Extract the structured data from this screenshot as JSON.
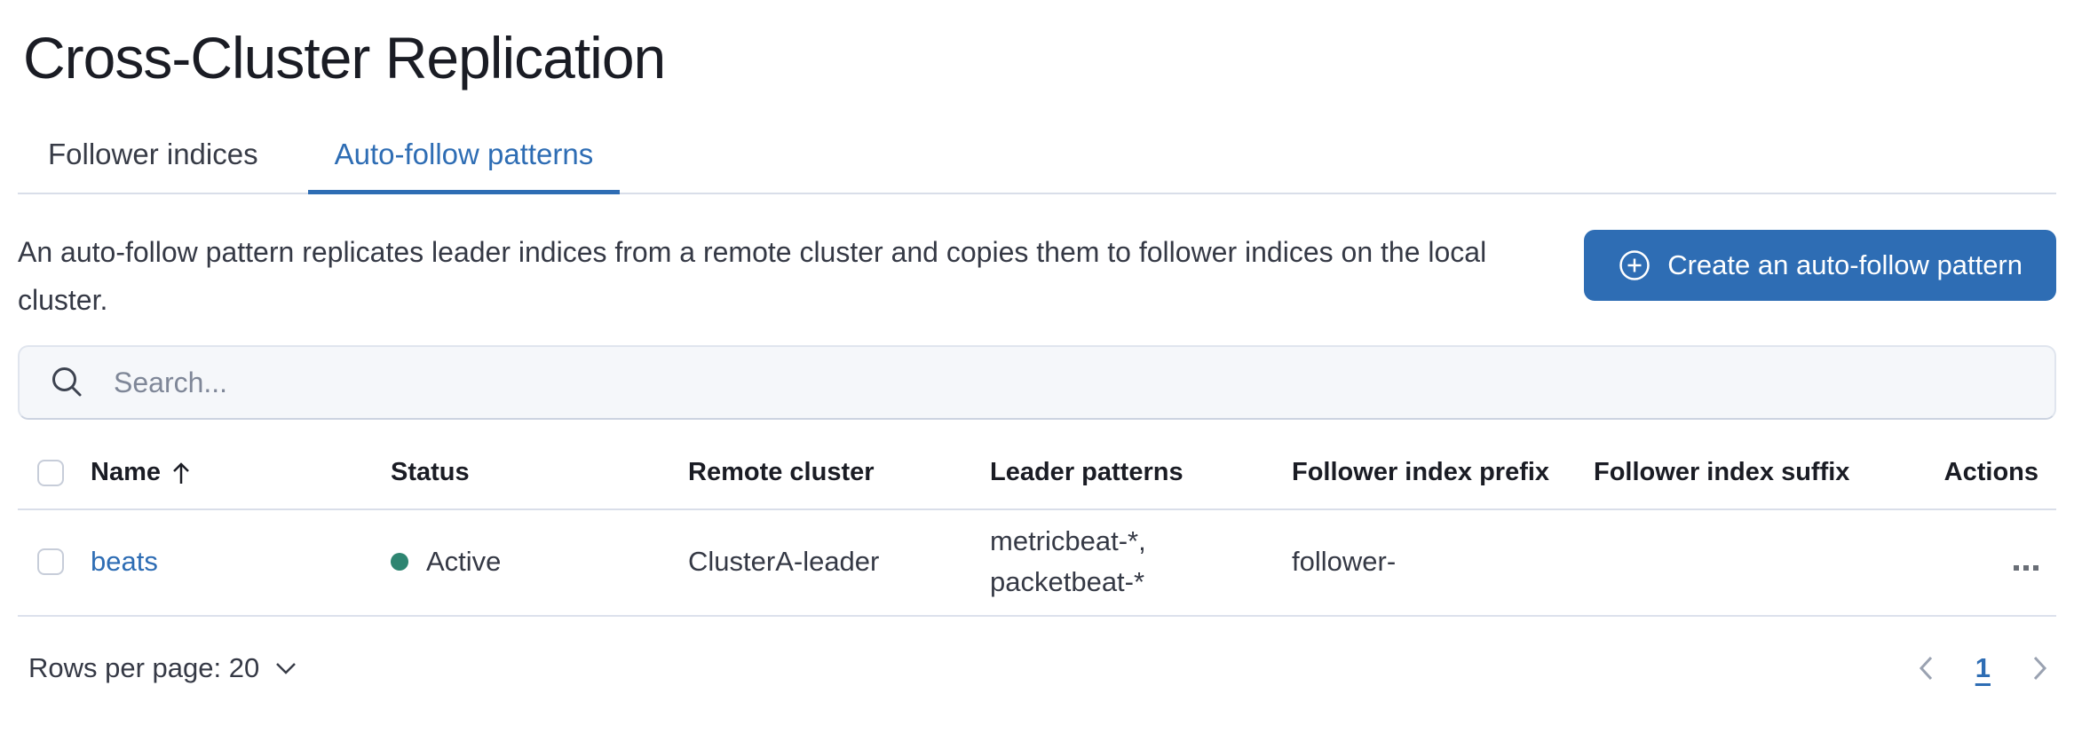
{
  "page": {
    "title": "Cross-Cluster Replication"
  },
  "tabs": [
    {
      "label": "Follower indices",
      "active": false
    },
    {
      "label": "Auto-follow patterns",
      "active": true
    }
  ],
  "intro": {
    "description": "An auto-follow pattern replicates leader indices from a remote cluster and copies them to follower indices on the local cluster.",
    "create_button_label": "Create an auto-follow pattern"
  },
  "search": {
    "placeholder": "Search..."
  },
  "table": {
    "columns": [
      "Name",
      "Status",
      "Remote cluster",
      "Leader patterns",
      "Follower index prefix",
      "Follower index suffix",
      "Actions"
    ],
    "sort": {
      "column": "Name",
      "direction": "ascending"
    },
    "rows": [
      {
        "name": "beats",
        "status": "Active",
        "remote_cluster": "ClusterA-leader",
        "leader_patterns": "metricbeat-*, packetbeat-*",
        "follower_index_prefix": "follower-",
        "follower_index_suffix": ""
      }
    ]
  },
  "footer": {
    "rows_per_page_label": "Rows per page: 20",
    "current_page": "1"
  },
  "icons": {
    "create_button": "plus-in-circle",
    "search": "magnifier",
    "name_sort": "arrow-up",
    "rows_per_page": "chevron-down",
    "previous_page": "chevron-left",
    "next_page": "chevron-right",
    "row_actions": "three-boxes-horizontal"
  },
  "colors": {
    "primary": "#2e6db4",
    "status_active": "#2e8571",
    "header_text": "#1a1c24",
    "body_text": "#353945",
    "border": "#d9dee9",
    "search_bg": "#f5f7fa"
  }
}
